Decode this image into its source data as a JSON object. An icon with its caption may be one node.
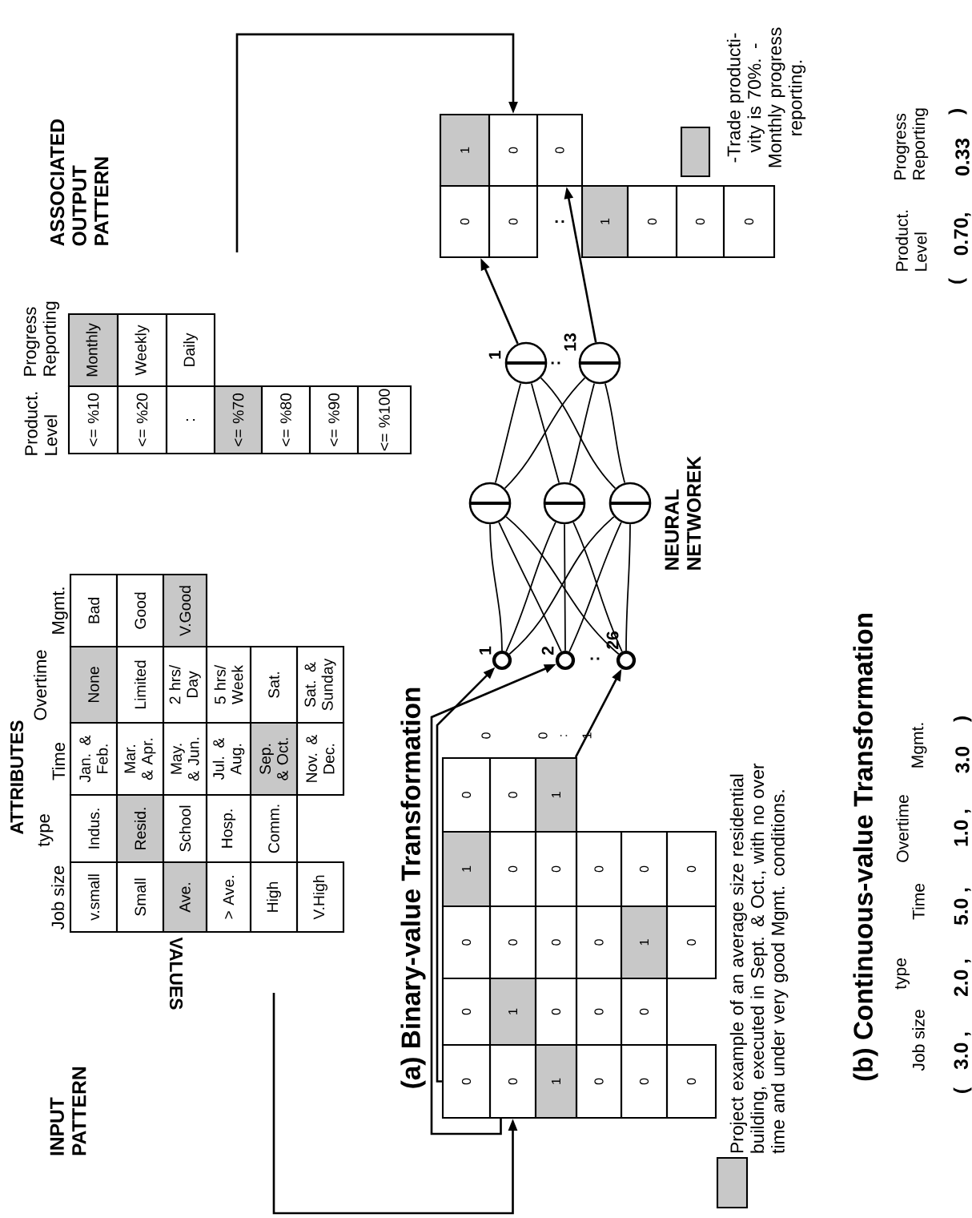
{
  "diagram": {
    "nodes": [
      {
        "text": [
          "0"
        ]
      },
      {
        "text": [
          "0"
        ]
      },
      {
        "text": [
          "0"
        ]
      },
      {
        "text": [
          "1"
        ]
      },
      {
        "text": [
          "0"
        ]
      },
      {
        "text": [
          "0"
        ]
      },
      {
        "text": [
          "1"
        ]
      },
      {
        "text": [
          "0"
        ]
      },
      {
        "text": [
          "0"
        ]
      },
      {
        "text": [
          "0"
        ]
      },
      {
        "text": [
          "1"
        ]
      },
      {
        "text": [
          "0"
        ]
      },
      {
        "text": [
          "0"
        ]
      },
      {
        "text": [
          "0"
        ]
      },
      {
        "text": [
          "1"
        ]
      },
      {
        "text": [
          "0"
        ]
      },
      {
        "text": [
          "0"
        ]
      },
      {
        "text": [
          "0"
        ]
      },
      {
        "text": [
          "0"
        ]
      },
      {
        "text": [
          "0"
        ]
      },
      {
        "text": [
          "0"
        ]
      },
      {
        "text": [
          "1"
        ]
      },
      {
        "text": [
          "0"
        ]
      },
      {
        "text": [
          "0"
        ]
      },
      {
        "text": [
          "0"
        ]
      },
      {
        "text": [
          "0"
        ]
      },
      {
        "text": [],
        "shape": "circle",
        "beside": [
          "1"
        ]
      },
      {
        "text": [],
        "shape": "circle",
        "beside": [
          "2"
        ]
      },
      {
        "text": [],
        "shape": "circle",
        "beside": [
          "26"
        ]
      },
      {
        "text": [],
        "shape": "circle"
      },
      {
        "text": [],
        "shape": "circle"
      },
      {
        "text": [],
        "shape": "circle"
      },
      {
        "text": [],
        "shape": "circle",
        "beside": [
          "1"
        ]
      },
      {
        "text": [],
        "shape": "circle",
        "beside": [
          "13"
        ]
      },
      {
        "text": [
          "0"
        ]
      },
      {
        "text": [
          "1"
        ]
      },
      {
        "text": [
          "0"
        ]
      },
      {
        "text": [
          "0"
        ]
      },
      {
        "text": [
          "0"
        ]
      },
      {
        "text": [
          "1"
        ]
      },
      {
        "text": [
          "0"
        ]
      },
      {
        "text": [
          "0"
        ]
      },
      {
        "text": [
          "0"
        ]
      }
    ],
    "edges": [
      {
        "from": 0,
        "to": 26,
        "arrow": "to"
      },
      {
        "from": 5,
        "to": 27,
        "arrow": "to"
      },
      {
        "from": 14,
        "to": 28,
        "arrow": "to"
      },
      {
        "from": 26,
        "to": 29,
        "arrow": "none"
      },
      {
        "from": 26,
        "to": 30,
        "arrow": "none"
      },
      {
        "from": 26,
        "to": 31,
        "arrow": "none"
      },
      {
        "from": 27,
        "to": 29,
        "arrow": "none"
      },
      {
        "from": 27,
        "to": 30,
        "arrow": "none"
      },
      {
        "from": 27,
        "to": 31,
        "arrow": "none"
      },
      {
        "from": 28,
        "to": 29,
        "arrow": "none"
      },
      {
        "from": 28,
        "to": 30,
        "arrow": "none"
      },
      {
        "from": 28,
        "to": 31,
        "arrow": "none"
      },
      {
        "from": 29,
        "to": 32,
        "arrow": "none"
      },
      {
        "from": 29,
        "to": 33,
        "arrow": "none"
      },
      {
        "from": 30,
        "to": 32,
        "arrow": "none"
      },
      {
        "from": 30,
        "to": 33,
        "arrow": "none"
      },
      {
        "from": 31,
        "to": 32,
        "arrow": "none"
      },
      {
        "from": 31,
        "to": 33,
        "arrow": "none"
      },
      {
        "from": 32,
        "to": 34,
        "arrow": "to"
      },
      {
        "from": 33,
        "to": 38,
        "arrow": "to"
      },
      {
        "from": null,
        "to": 37,
        "arrow": "to"
      },
      {
        "from": null,
        "to": 5,
        "arrow": "to"
      }
    ],
    "labels": [
      "INPUT PATTERN",
      "ATTRIBUTES",
      "VALUES",
      "Job size",
      "type",
      "Time",
      "Overtime",
      "Mgmt.",
      "v.small",
      "Indus.",
      "Jan. & Feb.",
      "None",
      "Bad",
      "Small",
      "Resid.",
      "Mar. & Apr.",
      "Limited",
      "Good",
      "Ave.",
      "School",
      "May. & Jun.",
      "2 hrs/ Day",
      "V.Good",
      "> Ave.",
      "Hosp.",
      "Jul. & Aug.",
      "5 hrs/ Week",
      "High",
      "Comm.",
      "Sep. & Oct.",
      "Sat.",
      "V.High",
      "Nov. & Dec.",
      "Sat. & Sunday",
      "Product. Level",
      "Progress Reporting",
      "<= %10",
      "Monthly",
      "<= %20",
      "Weekly",
      ":",
      "Daily",
      "<= %70",
      "<= %80",
      "<= %90",
      "<= %100",
      "ASSOCIATED OUTPUT PATTERN",
      "(a) Binary-value Transformation",
      "0",
      "0",
      ":",
      "1",
      ":",
      "NEURAL NETWOREK",
      ":",
      "(b) Continuous-value Transformation",
      "Job size",
      "type",
      "Time",
      "Overtime",
      "Mgmt.",
      "(",
      "3.0 ,",
      "2.0 ,",
      "5.0 ,",
      "1.0 ,",
      "3.0",
      ")",
      "Product. Level",
      "Progress Reporting",
      "(",
      "0.70,",
      "0.33",
      ")",
      ":"
    ],
    "legend": [
      {
        "text": "Project example of an average size residential building, executed in Sept. & Oct., with no over time and under very good Mgmt. conditions.",
        "color": "#c8c8c8"
      },
      {
        "text": "-Trade producti- vity is 70%. -Monthly progress reporting.",
        "color": "#c8c8c8"
      }
    ]
  }
}
